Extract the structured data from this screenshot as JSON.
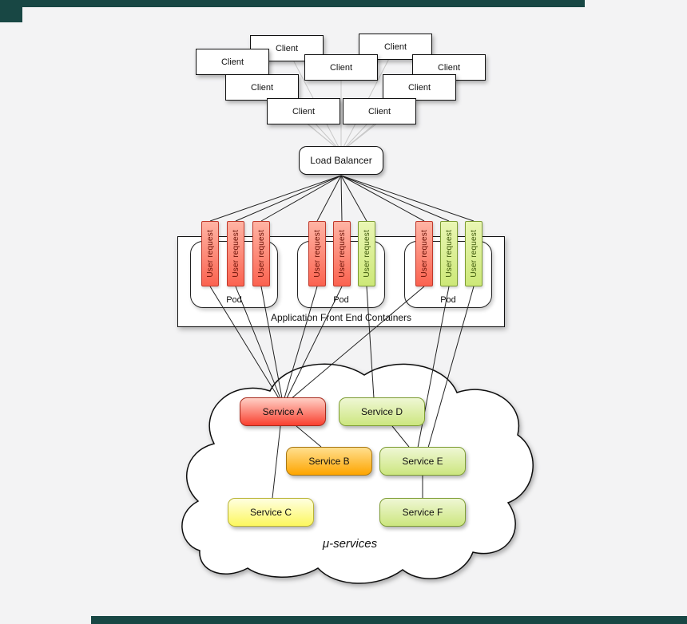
{
  "clients": [
    {
      "label": "Client"
    },
    {
      "label": "Client"
    },
    {
      "label": "Client"
    },
    {
      "label": "Client"
    },
    {
      "label": "Client"
    },
    {
      "label": "Client"
    },
    {
      "label": "Client"
    },
    {
      "label": "Client"
    },
    {
      "label": "Client"
    }
  ],
  "load_balancer": {
    "label": "Load Balancer"
  },
  "front_end": {
    "label": "Application Front End Containers",
    "pods": [
      {
        "label": "Pod",
        "requests": [
          {
            "label": "User request",
            "status": "red"
          },
          {
            "label": "User request",
            "status": "red"
          },
          {
            "label": "User request",
            "status": "red"
          }
        ]
      },
      {
        "label": "Pod",
        "requests": [
          {
            "label": "User request",
            "status": "red"
          },
          {
            "label": "User request",
            "status": "red"
          },
          {
            "label": "User request",
            "status": "green"
          }
        ]
      },
      {
        "label": "Pod",
        "requests": [
          {
            "label": "User request",
            "status": "red"
          },
          {
            "label": "User request",
            "status": "green"
          },
          {
            "label": "User request",
            "status": "green"
          }
        ]
      }
    ]
  },
  "microservices": {
    "label": "μ-services",
    "services": [
      {
        "label": "Service A",
        "color_key": "red"
      },
      {
        "label": "Service D",
        "color_key": "green"
      },
      {
        "label": "Service B",
        "color_key": "orange"
      },
      {
        "label": "Service E",
        "color_key": "green"
      },
      {
        "label": "Service C",
        "color_key": "yellow"
      },
      {
        "label": "Service F",
        "color_key": "green"
      }
    ],
    "service_edges": [
      {
        "from": "Service A",
        "to": "Service B"
      },
      {
        "from": "Service A",
        "to": "Service C"
      },
      {
        "from": "Service D",
        "to": "Service E"
      },
      {
        "from": "Service E",
        "to": "Service F"
      }
    ]
  },
  "colors": {
    "request_red_fill": "#fb6350",
    "request_red_border": "#c0392b",
    "request_green_fill": "#cde878",
    "request_green_border": "#7d9c33",
    "service_red": "#f9402f",
    "service_orange": "#fea500",
    "service_yellow": "#fcf75e",
    "service_green": "#cce67f",
    "connector_line": "#222222",
    "client_fan_line": "#c8c8c8",
    "page_edge_strip": "#184744"
  }
}
